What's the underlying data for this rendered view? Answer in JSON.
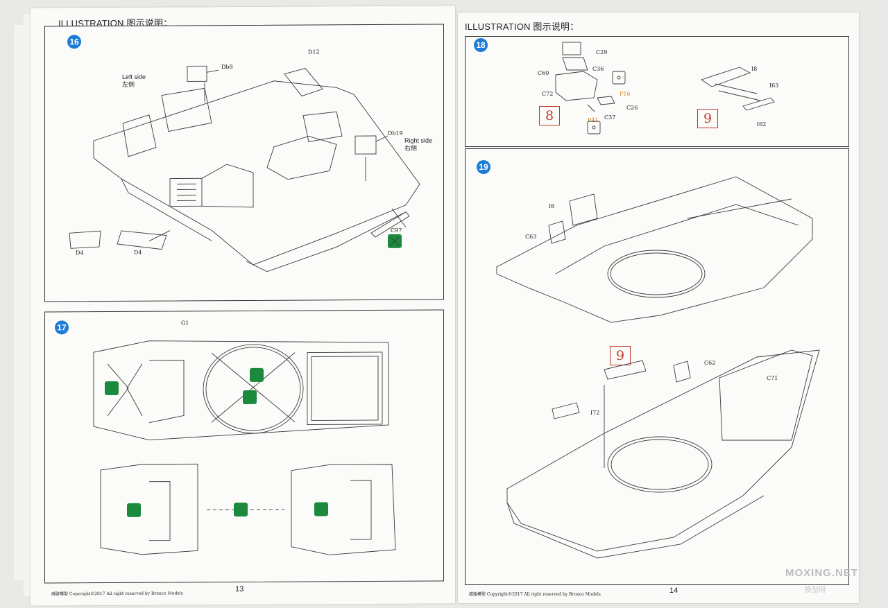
{
  "left_page": {
    "header": "ILLUSTRATION 图示说明：",
    "page_number": "13",
    "footer": "威骏模型  Copyright©2017  All right reserved by Bronco Models",
    "step16": {
      "number": "16",
      "left_side_en": "Left side",
      "left_side_cn": "左侧",
      "right_side_en": "Right side",
      "right_side_cn": "右侧",
      "parts": [
        "D12",
        "Db8",
        "Db19",
        "D4",
        "D4",
        "C97"
      ]
    },
    "step17": {
      "number": "17",
      "parts": [
        "G1"
      ]
    }
  },
  "right_page": {
    "header": "ILLUSTRATION 图示说明：",
    "page_number": "14",
    "footer": "威骏模型  Copyright©2017  All right reserved by Bronco Models",
    "step18": {
      "number": "18",
      "sub_a": "8",
      "sub_b": "9",
      "parts_a": [
        "C29",
        "C36",
        "C60",
        "C72",
        "P16",
        "C26",
        "C37",
        "P41"
      ],
      "parts_b": [
        "I8",
        "I63",
        "I62"
      ]
    },
    "step19": {
      "number": "19",
      "sub": "9",
      "parts": [
        "I6",
        "C63",
        "C62",
        "C71",
        "I72"
      ]
    }
  },
  "watermark": {
    "text": "MOXING.NET",
    "sub": "模型网"
  },
  "colors": {
    "step_badge": "#1d7cd6",
    "sub_box": "#c0392b",
    "glue_icon": "#1c8a3c",
    "orange_part": "#d38b2a"
  }
}
